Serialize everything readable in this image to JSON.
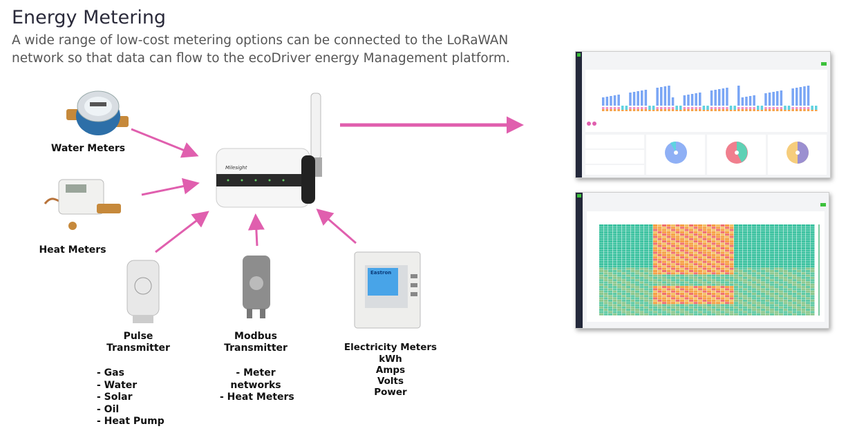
{
  "title": "Energy Metering",
  "subtitle": "A wide range of low-cost metering options can be connected to the LoRaWAN network so that data can flow to the ecoDriver energy Management platform.",
  "devices": {
    "water": {
      "label": "Water Meters"
    },
    "heat": {
      "label": "Heat Meters"
    },
    "pulse": {
      "label_line1": "Pulse",
      "label_line2": "Transmitter",
      "items": [
        "- Gas",
        "- Water",
        "- Solar",
        "- Oil",
        "- Heat Pump"
      ]
    },
    "modbus": {
      "label_line1": "Modbus",
      "label_line2": "Transmitter",
      "items": [
        "- Meter",
        "networks",
        "- Heat Meters"
      ]
    },
    "electricity": {
      "label": "Electricity Meters",
      "items": [
        "kWh",
        "Amps",
        "Volts",
        "Power"
      ]
    }
  },
  "gateway": {
    "brand": "Milesight"
  },
  "electricity_meter_brand": "Eastron",
  "colors": {
    "arrow": "#e05fae",
    "accent_green": "#3cc13b",
    "sidebar": "#23283a"
  }
}
